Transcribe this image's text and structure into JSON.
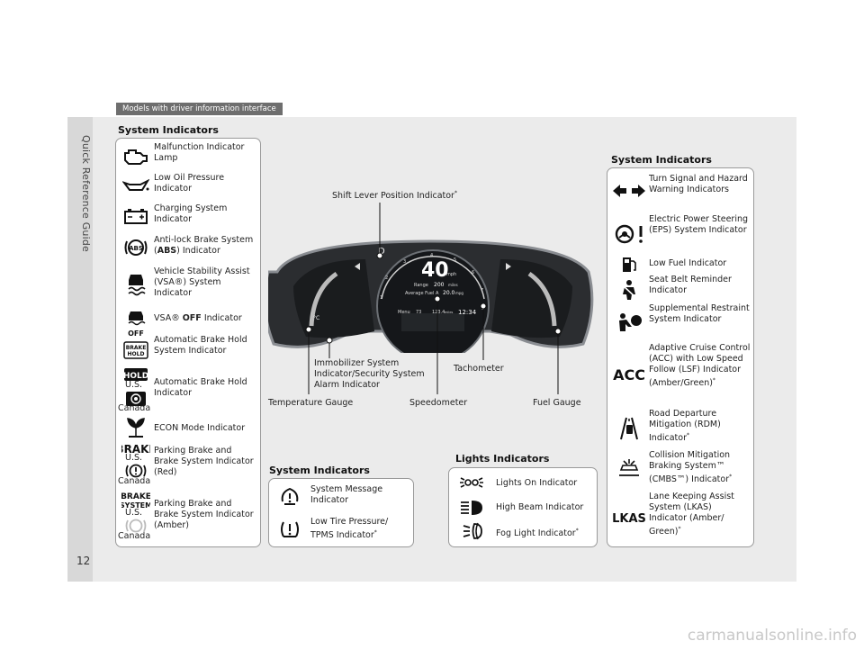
{
  "sidebar_label": "Quick Reference Guide",
  "page_number": "12",
  "tag": "Models with driver information interface",
  "left": {
    "title": "System Indicators",
    "items": [
      {
        "label": "Malfunction Indicator Lamp"
      },
      {
        "label": "Low Oil Pressure Indicator"
      },
      {
        "label": "Charging System Indicator"
      },
      {
        "label_pre": "Anti-lock Brake System (",
        "label_bold": "ABS",
        "label_post": ") Indicator"
      },
      {
        "label": "Vehicle Stability Assist (VSA®) System Indicator"
      },
      {
        "label_pre": "VSA® ",
        "label_bold": "OFF",
        "label_post": " Indicator"
      },
      {
        "label": "Automatic Brake Hold System Indicator"
      },
      {
        "label": "Automatic Brake Hold Indicator"
      },
      {
        "label": "ECON Mode Indicator"
      },
      {
        "label": "Parking Brake and Brake System Indicator (Red)"
      },
      {
        "label": "Parking Brake and Brake System Indicator (Amber)"
      }
    ],
    "us": "U.S.",
    "canada": "Canada",
    "icon_text": {
      "brake_hold": "BRAKE HOLD",
      "hold": "HOLD",
      "brake": "BRAKE",
      "brake_system": "BRAKE SYSTEM",
      "off": "OFF",
      "abs": "ABS"
    }
  },
  "center": {
    "callouts": {
      "shift": "Shift Lever Position Indicator",
      "immobilizer": "Immobilizer System Indicator/Security System Alarm Indicator",
      "tachometer": "Tachometer",
      "temperature": "Temperature Gauge",
      "speedometer": "Speedometer",
      "fuel": "Fuel Gauge"
    },
    "cluster": {
      "speed": "40",
      "speed_unit": "mph",
      "range_label": "Range",
      "range_value": "200",
      "range_unit": "miles",
      "avg_label": "Average Fuel A",
      "avg_value": "20.0",
      "avg_unit": "mpg",
      "menu": "Menu",
      "temp": "73",
      "odo": "123.4",
      "odo_unit": "miles",
      "clock": "12:34",
      "gear": "D",
      "temp_unit": "°C",
      "tach_nums": [
        "1",
        "2",
        "3",
        "4",
        "5",
        "6",
        "7",
        "8"
      ]
    },
    "sys_title": "System Indicators",
    "sys_items": [
      {
        "label": "System Message Indicator"
      },
      {
        "label": "Low Tire Pressure/ TPMS Indicator"
      }
    ],
    "lights_title": "Lights Indicators",
    "lights_items": [
      {
        "label": "Lights On Indicator"
      },
      {
        "label": "High Beam Indicator"
      },
      {
        "label": "Fog Light Indicator"
      }
    ]
  },
  "right": {
    "title": "System Indicators",
    "items": [
      {
        "label": "Turn Signal and Hazard Warning Indicators"
      },
      {
        "label": "Electric Power Steering (EPS) System Indicator"
      },
      {
        "label": "Low Fuel Indicator"
      },
      {
        "label": "Seat Belt Reminder Indicator"
      },
      {
        "label": "Supplemental Restraint System Indicator"
      },
      {
        "label": "Adaptive Cruise Control (ACC) with Low Speed Follow (LSF) Indicator (Amber/Green)"
      },
      {
        "label": "Road Departure Mitigation (RDM) Indicator"
      },
      {
        "label": "Collision Mitigation Braking System™ (CMBS™) Indicator"
      },
      {
        "label": "Lane Keeping Assist System (LKAS) Indicator (Amber/ Green)"
      }
    ],
    "icon_text": {
      "acc": "ACC",
      "lkas": "LKAS"
    }
  },
  "footnote_mark": "*",
  "watermark": "carmanualsonline.info"
}
